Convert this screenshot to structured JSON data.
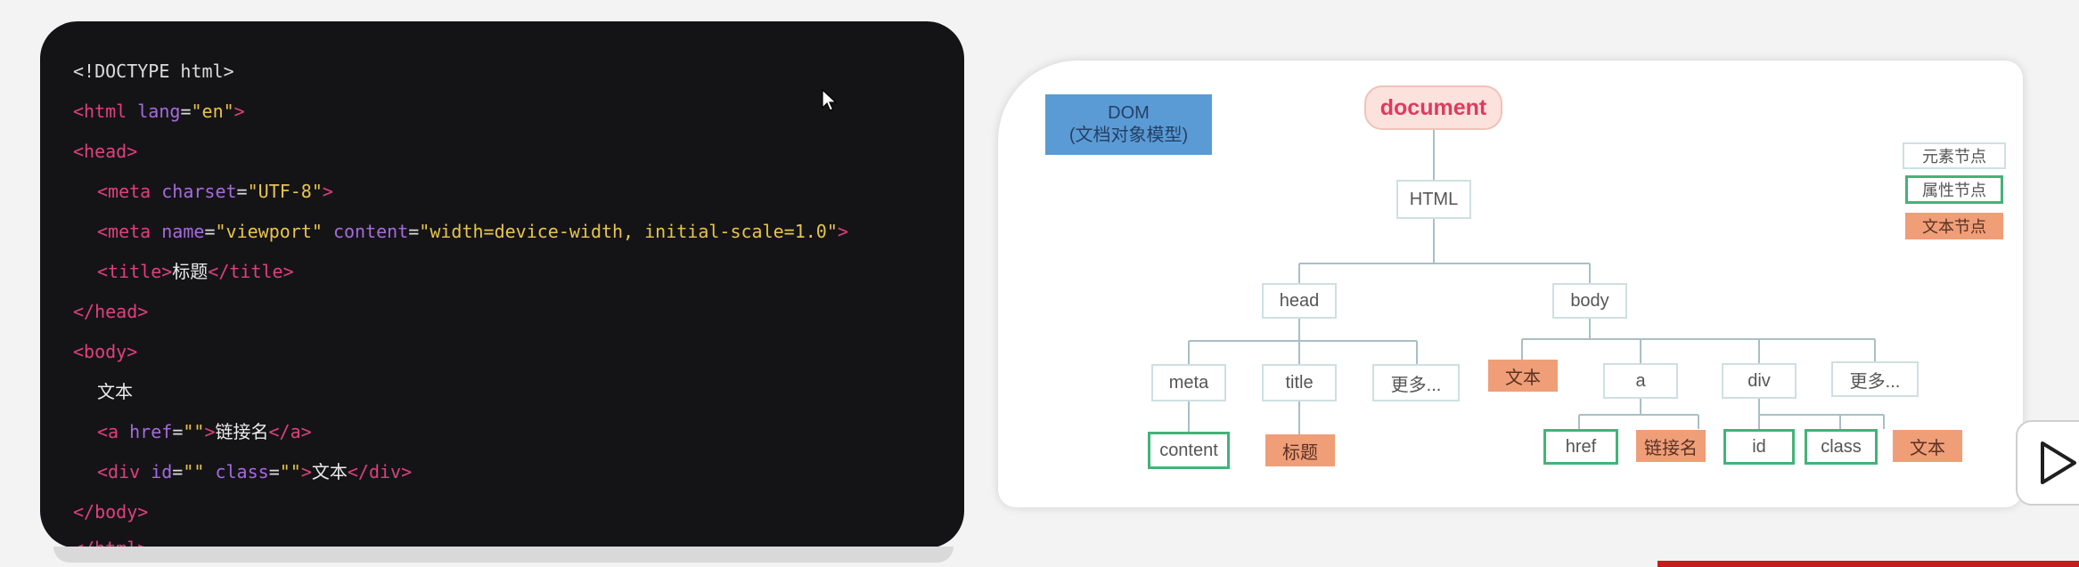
{
  "code": {
    "doctype": "<!DOCTYPE html>",
    "lines": [
      {
        "t": "tag",
        "v": "<html"
      },
      {
        "t": "attr",
        "v": " lang"
      },
      {
        "t": "doc",
        "v": "="
      },
      {
        "t": "str",
        "v": "\"en\""
      },
      {
        "t": "tag",
        "v": ">"
      },
      {
        "t": "tag",
        "v": "<head>"
      },
      {
        "t": "tag",
        "v": "<meta"
      },
      {
        "t": "attr",
        "v": " charset"
      },
      {
        "t": "doc",
        "v": "="
      },
      {
        "t": "str",
        "v": "\"UTF-8\""
      },
      {
        "t": "tag",
        "v": ">"
      },
      {
        "t": "tag",
        "v": "<meta"
      },
      {
        "t": "attr",
        "v": " name"
      },
      {
        "t": "doc",
        "v": "="
      },
      {
        "t": "str",
        "v": "\"viewport\""
      },
      {
        "t": "attr",
        "v": " content"
      },
      {
        "t": "doc",
        "v": "="
      },
      {
        "t": "str",
        "v": "\"width=device-width, initial-scale=1.0\""
      },
      {
        "t": "tag",
        "v": ">"
      },
      {
        "t": "tag",
        "v": "<title>"
      },
      {
        "t": "txt",
        "v": "标题"
      },
      {
        "t": "tag",
        "v": "</title>"
      },
      {
        "t": "tag",
        "v": "</head>"
      },
      {
        "t": "tag",
        "v": "<body>"
      },
      {
        "t": "txt",
        "v": "文本"
      },
      {
        "t": "tag",
        "v": "<a"
      },
      {
        "t": "attr",
        "v": " href"
      },
      {
        "t": "doc",
        "v": "="
      },
      {
        "t": "str",
        "v": "\"\""
      },
      {
        "t": "tag",
        "v": ">"
      },
      {
        "t": "txt",
        "v": "链接名"
      },
      {
        "t": "tag",
        "v": "</a>"
      },
      {
        "t": "tag",
        "v": "<div"
      },
      {
        "t": "attr",
        "v": " id"
      },
      {
        "t": "doc",
        "v": "="
      },
      {
        "t": "str",
        "v": "\"\""
      },
      {
        "t": "attr",
        "v": " class"
      },
      {
        "t": "doc",
        "v": "="
      },
      {
        "t": "str",
        "v": "\"\""
      },
      {
        "t": "tag",
        "v": ">"
      },
      {
        "t": "txt",
        "v": "文本"
      },
      {
        "t": "tag",
        "v": "</div>"
      },
      {
        "t": "tag",
        "v": "</body>"
      },
      {
        "t": "tag",
        "v": "</html>"
      }
    ]
  },
  "diagram": {
    "dom_title": "DOM",
    "dom_subtitle": "(文档对象模型)",
    "root": "document",
    "html": "HTML",
    "head": "head",
    "body": "body",
    "meta": "meta",
    "title": "title",
    "more_head": "更多...",
    "content_attr": "content",
    "title_text": "标题",
    "body_text": "文本",
    "a": "a",
    "div": "div",
    "more_body": "更多...",
    "href_attr": "href",
    "link_text": "链接名",
    "id_attr": "id",
    "class_attr": "class",
    "div_text": "文本",
    "legend": {
      "element": "元素节点",
      "attribute": "属性节点",
      "text": "文本节点"
    },
    "colors": {
      "element_border": "#cfdfe1",
      "attribute_border": "#43b378",
      "text_fill": "#ef9e78",
      "dom_box": "#5b9bd5",
      "document_fill": "#fce2dc",
      "document_text": "#e03a5e"
    }
  },
  "decor": {
    "cursor": "arrow-cursor-icon",
    "play": "play-icon"
  }
}
